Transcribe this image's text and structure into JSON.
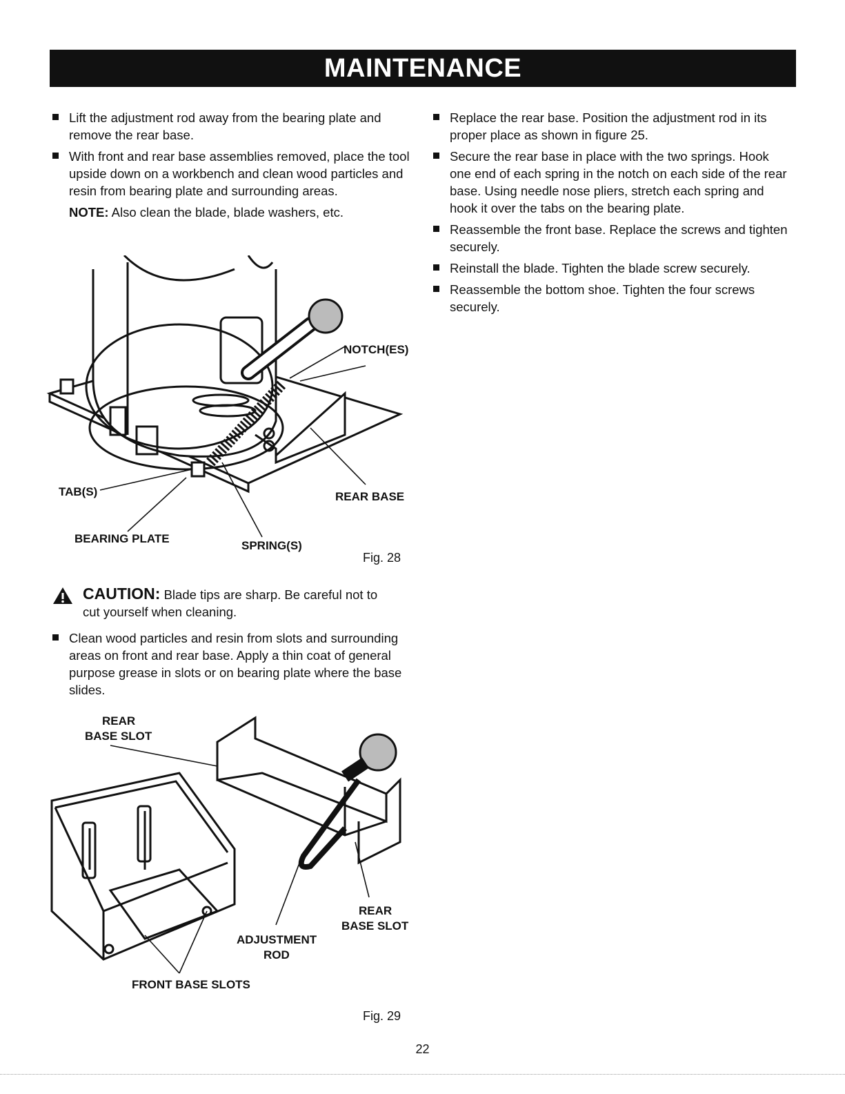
{
  "header": {
    "title": "MAINTENANCE"
  },
  "left_column": {
    "bullets": [
      "Lift the adjustment rod away from the bearing plate and remove the rear base.",
      "With front and rear base assemblies removed, place the tool upside down on a workbench and clean wood particles and resin from bearing plate and surrounding areas."
    ],
    "note_label": "NOTE:",
    "note_text": " Also clean the blade, blade washers, etc."
  },
  "right_column": {
    "bullets": [
      "Replace the rear base. Position the adjustment rod in its proper place as shown in figure 25.",
      "Secure the rear base in place with the two springs. Hook one end of each spring in the notch on each side of the rear base. Using needle nose pliers, stretch each spring and hook it over the tabs on the bearing plate.",
      "Reassemble the front base. Replace the screws and tighten securely.",
      "Reinstall the blade. Tighten the blade screw securely.",
      "Reassemble the bottom shoe. Tighten the four screws securely."
    ]
  },
  "figure28": {
    "labels": {
      "notches": "NOTCH(ES)",
      "tabs": "TAB(S)",
      "rear_base": "REAR BASE",
      "bearing_plate": "BEARING PLATE",
      "springs": "SPRING(S)"
    },
    "caption": "Fig. 28"
  },
  "caution": {
    "heading": "CAUTION:",
    "text": " Blade tips are sharp. Be careful not to",
    "text2": "cut yourself when cleaning."
  },
  "cleaning_bullet": "Clean wood particles and resin from slots and surrounding areas on front and rear base. Apply a thin coat of general purpose grease in slots or on bearing plate where the base slides.",
  "figure29": {
    "labels": {
      "rear_base_slot_top_1": "REAR",
      "rear_base_slot_top_2": "BASE SLOT",
      "rear_base_slot_right_1": "REAR",
      "rear_base_slot_right_2": "BASE SLOT",
      "adjustment_rod_1": "ADJUSTMENT",
      "adjustment_rod_2": "ROD",
      "front_base_slots": "FRONT BASE SLOTS"
    },
    "caption": "Fig. 29"
  },
  "page_number": "22"
}
